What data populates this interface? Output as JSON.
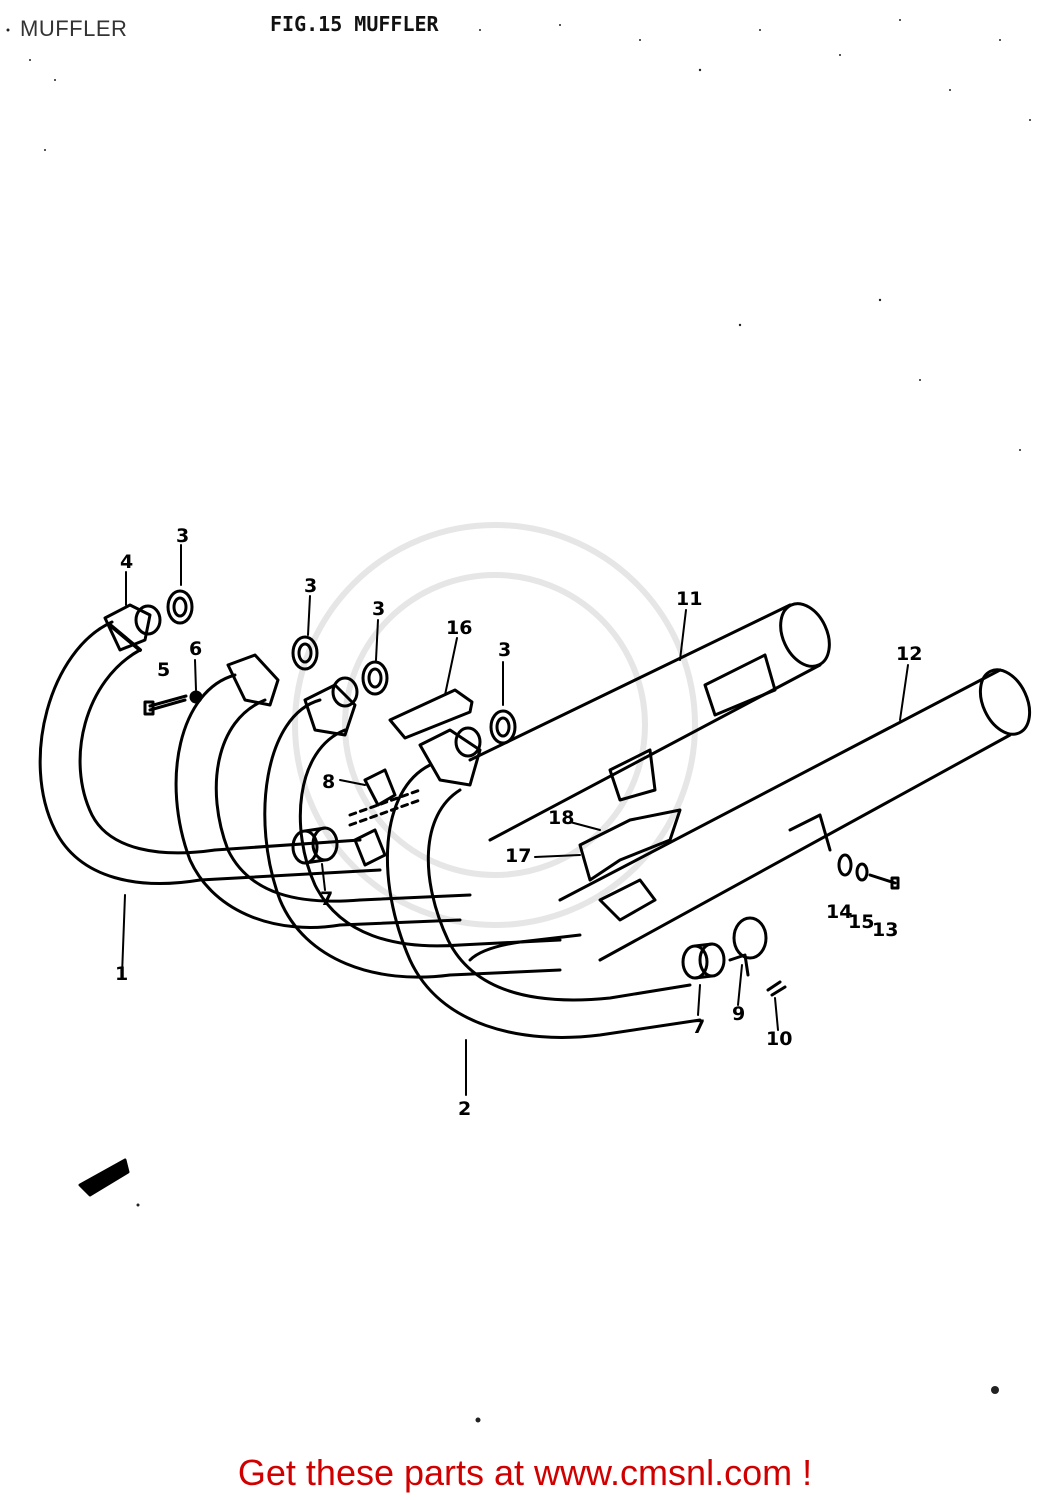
{
  "header": {
    "caption": "MUFFLER",
    "figure_title": "FIG.15  MUFFLER"
  },
  "diagram": {
    "part_labels": [
      "1",
      "2",
      "3",
      "3",
      "3",
      "3",
      "4",
      "5",
      "6",
      "7",
      "7",
      "8",
      "9",
      "10",
      "11",
      "12",
      "13",
      "14",
      "15",
      "16",
      "17",
      "18"
    ]
  },
  "footer": {
    "link_text": "Get these parts at www.cmsnl.com !"
  },
  "colors": {
    "line": "#000000",
    "footer_text": "#d10000",
    "watermark": "#e6e6e6"
  }
}
